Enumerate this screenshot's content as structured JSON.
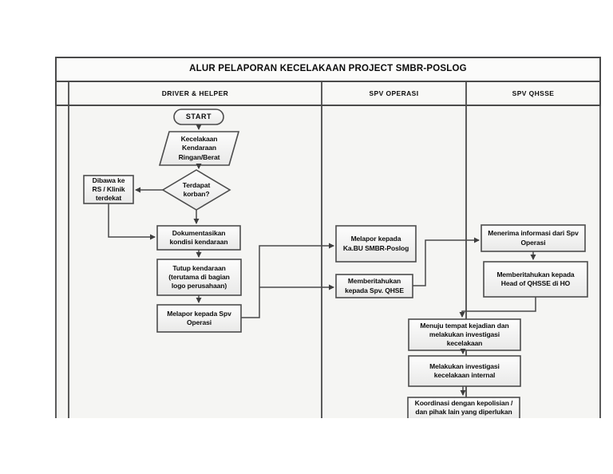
{
  "title": "ALUR PELAPORAN KECELAKAAN PROJECT SMBR-POSLOG",
  "lanes": [
    {
      "label": "DRIVER & HELPER"
    },
    {
      "label": "SPV OPERASI"
    },
    {
      "label": "SPV QHSSE"
    }
  ],
  "nodes": {
    "start": "START",
    "incident": "Kecelakaan\nKendaraan\nRingan/Berat",
    "victim_check": "Terdapat\nkorban?",
    "hospital": "Dibawa ke\nRS / Klinik\nterdekat",
    "document": "Dokumentasikan\nkondisi kendaraan",
    "cover": "Tutup kendaraan\n(terutama di bagian\nlogo perusahaan)",
    "report_spv": "Melapor kepada Spv\nOperasi",
    "report_kabu": "Melapor kepada\nKa.BU SMBR-Poslog",
    "inform_qhse": "Memberitahukan\nkepada Spv. QHSE",
    "receive_info": "Menerima informasi dari Spv\nOperasi",
    "inform_head": "Memberitahukan kepada\nHead of QHSSE di HO",
    "go_scene": "Menuju tempat kejadian dan\nmelakukan investigasi\nkecelakaan",
    "internal_inv": "Melakukan investigasi\nkecelakaan internal",
    "coordinate": "Koordinasi dengan kepolisian /\ndan pihak lain yang diperlukan"
  },
  "flow": {
    "edges": [
      {
        "from": "start",
        "to": "incident"
      },
      {
        "from": "incident",
        "to": "victim_check"
      },
      {
        "from": "victim_check",
        "to": "hospital"
      },
      {
        "from": "victim_check",
        "to": "document"
      },
      {
        "from": "hospital",
        "to": "document"
      },
      {
        "from": "document",
        "to": "cover"
      },
      {
        "from": "cover",
        "to": "report_spv"
      },
      {
        "from": "report_spv",
        "to": "report_kabu"
      },
      {
        "from": "report_spv",
        "to": "inform_qhse"
      },
      {
        "from": "inform_qhse",
        "to": "receive_info"
      },
      {
        "from": "receive_info",
        "to": "inform_head"
      },
      {
        "from": "inform_head",
        "to": "go_scene"
      },
      {
        "from": "go_scene",
        "to": "internal_inv"
      },
      {
        "from": "internal_inv",
        "to": "coordinate"
      }
    ]
  },
  "colors": {
    "line": "#4a4a4a",
    "box_border": "#4c4c4c",
    "box_fill_top": "#fdfdfd",
    "box_fill_bottom": "#e9e9e8",
    "lane_bg": "#f5f5f3",
    "header_bg": "#f8f8f6",
    "title_bg": "#fbfbfa",
    "text": "#0c0c0c"
  }
}
